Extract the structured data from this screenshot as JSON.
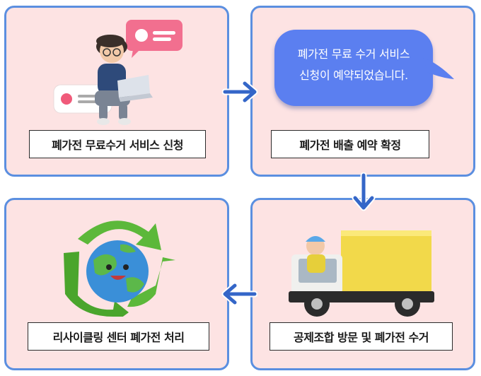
{
  "steps": [
    {
      "label": "폐가전 무료수거 서비스 신청"
    },
    {
      "label": "폐가전 배출 예약 확정"
    },
    {
      "label": "리사이클링 센터 폐가전 처리"
    },
    {
      "label": "공제조합 방문 및 폐가전 수거"
    }
  ],
  "bubble": {
    "line1": "폐가전 무료 수거 서비스",
    "line2": "신청이 예약되었습니다."
  },
  "colors": {
    "card_bg": "#fde3e3",
    "card_border": "#5b8fe0",
    "arrow": "#3466c8",
    "bubble": "#5b7ff0"
  }
}
